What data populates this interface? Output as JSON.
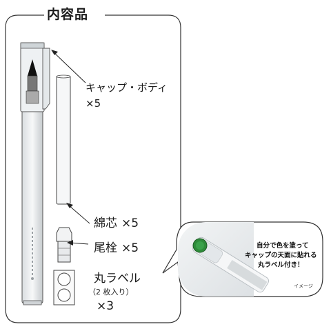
{
  "title": "内容品",
  "items": [
    {
      "label": "キャップ・ボディ",
      "qty": "×5"
    },
    {
      "label": "綿芯",
      "qty": "×5"
    },
    {
      "label": "尾栓",
      "qty": "×5"
    },
    {
      "label": "丸ラベル",
      "note": "（2 枚入り）",
      "qty": "×3"
    }
  ],
  "callout": {
    "lines": [
      "自分で色を塗って",
      "キャップの天面に貼れる",
      "丸ラベル付き！"
    ],
    "caption": "イメージ"
  },
  "colors": {
    "line": "#222222",
    "label_green": "#2e8b3a",
    "photo_bg": "#e9ecee"
  }
}
